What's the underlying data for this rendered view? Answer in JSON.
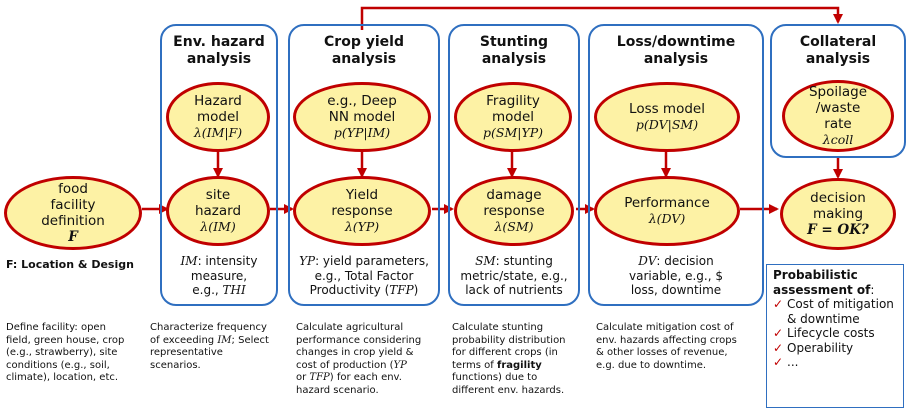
{
  "panels": [
    {
      "title_1": "Env. hazard",
      "title_2": "analysis"
    },
    {
      "title_1": "Crop yield",
      "title_2": "analysis"
    },
    {
      "title_1": "Stunting",
      "title_2": "analysis"
    },
    {
      "title_1": "Loss/downtime",
      "title_2": "analysis"
    },
    {
      "title_1": "Collateral",
      "title_2": "analysis"
    }
  ],
  "models": [
    {
      "line1": "Hazard",
      "line2": "model",
      "math": "λ(IM|F)"
    },
    {
      "line1": "e.g., Deep",
      "line2": "NN model",
      "math": "p(YP|IM)"
    },
    {
      "line1": "Fragility",
      "line2": "model",
      "math": "p(SM|YP)"
    },
    {
      "line1": "Loss model",
      "line2": "",
      "math": "p(DV|SM)"
    },
    {
      "line1": "Spoilage",
      "line2": "/waste",
      "line3": "rate",
      "math": "λcoll"
    }
  ],
  "flow": [
    {
      "line1": "food",
      "line2": "facility",
      "line3": "definition",
      "math": "F"
    },
    {
      "line1": "site",
      "line2": "hazard",
      "math": "λ(IM)"
    },
    {
      "line1": "Yield",
      "line2": "response",
      "math": "λ(YP)"
    },
    {
      "line1": "damage",
      "line2": "response",
      "math": "λ(SM)"
    },
    {
      "line1": "Performance",
      "math": "λ(DV)"
    },
    {
      "line1": "decision",
      "line2": "making",
      "math": "F = OK?"
    }
  ],
  "location_label": "F: Location & Design",
  "notes": {
    "im": {
      "var": "IM",
      "l1": ": intensity",
      "l2": "measure,",
      "l3": "e.g., ",
      "l3var": "THI"
    },
    "yp": {
      "var": "YP",
      "l1": ": yield parameters,",
      "l2": "e.g., Total Factor",
      "l3": "Productivity (",
      "l3var": "TFP",
      "l3end": ")"
    },
    "sm": {
      "var": "SM",
      "l1": ": stunting",
      "l2": "metric/state, e.g.,",
      "l3": "lack of nutrients"
    },
    "dv": {
      "var": "DV",
      "l1": ": decision",
      "l2": "variable, e.g., $",
      "l3": "loss, downtime"
    }
  },
  "descriptions": {
    "d1": [
      "Define facility: open",
      "field, green house, crop",
      "(e.g., strawberry), site",
      "conditions (e.g., soil,",
      "climate), location, etc."
    ],
    "d2": [
      "Characterize frequency",
      "of exceeding ",
      "IM",
      "; Select",
      "representative",
      "scenarios."
    ],
    "d3": [
      "Calculate agricultural",
      "performance considering",
      "changes in crop yield &",
      "cost of production (",
      "YP",
      "or ",
      "TFP",
      ") for each env.",
      "hazard scenario."
    ],
    "d4": [
      "Calculate stunting",
      "probability distribution",
      "for different crops (in",
      "terms of ",
      "fragility",
      "functions) due to",
      "different env. hazards."
    ],
    "d5": [
      "Calculate mitigation cost of",
      "env. hazards affecting crops",
      "& other losses of revenue,",
      "e.g. due to downtime."
    ]
  },
  "assessment": {
    "title_1": "Probabilistic",
    "title_2": "assessment of",
    "colon": ":",
    "items": [
      "Cost of mitigation & downtime",
      "Lifecycle costs",
      "Operability",
      "..."
    ]
  },
  "colors": {
    "panel_border": "#2f6fc0",
    "oval_fill": "#fdf2a5",
    "oval_border": "#c00000",
    "arrow": "#c00000"
  }
}
